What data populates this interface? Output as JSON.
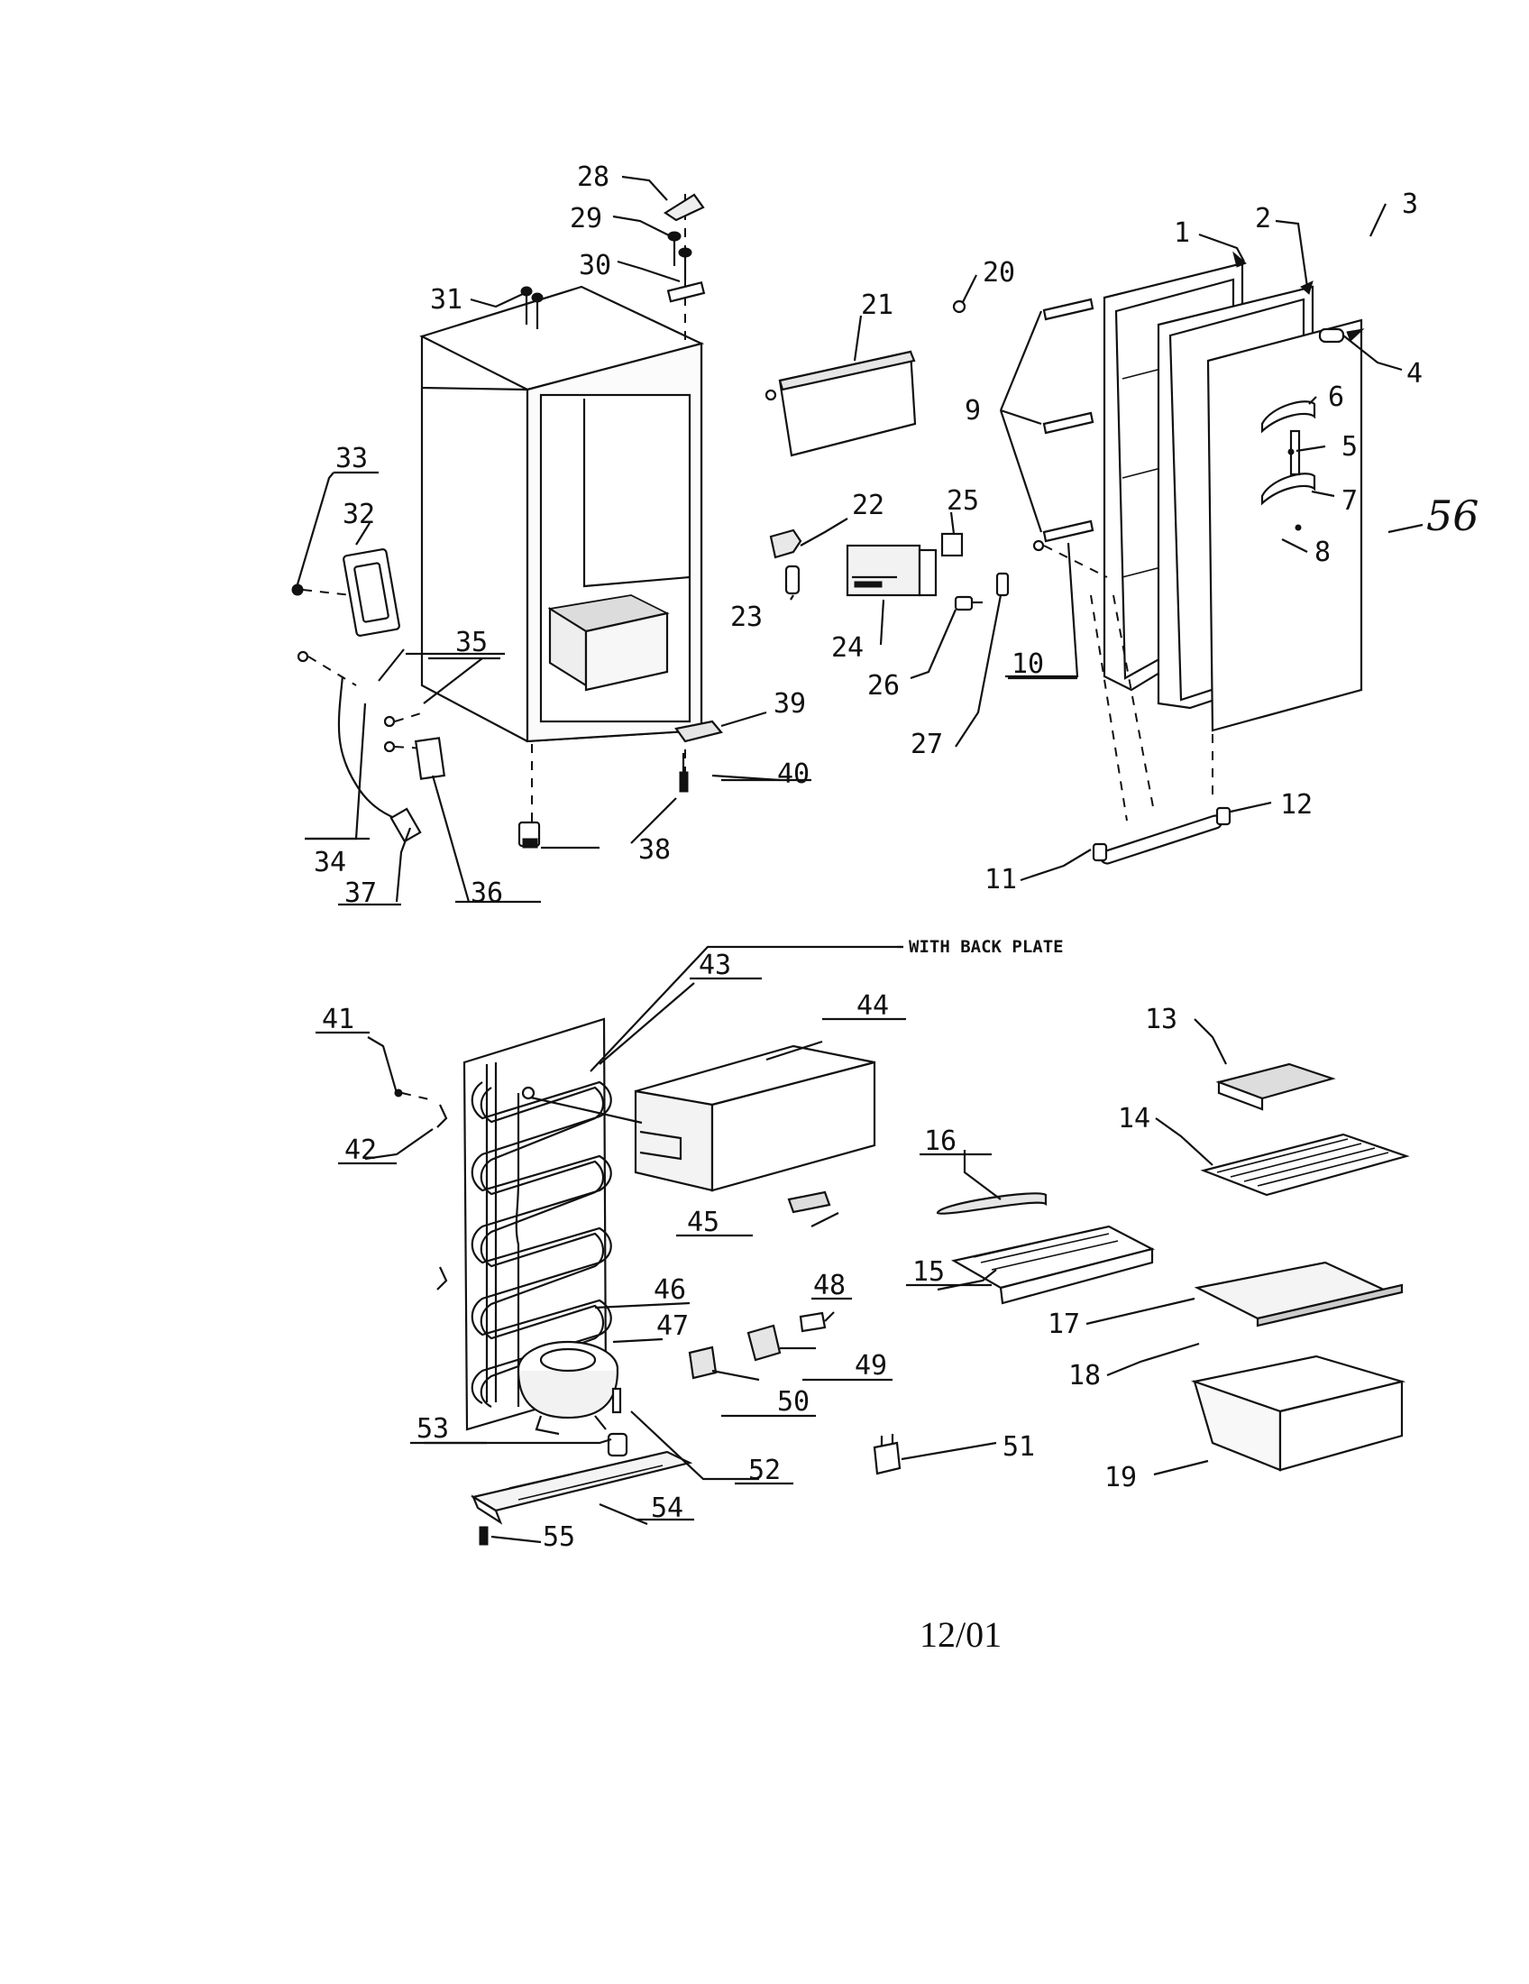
{
  "labels": [
    "1",
    "2",
    "3",
    "4",
    "5",
    "6",
    "7",
    "8",
    "9",
    "10",
    "11",
    "12",
    "13",
    "14",
    "15",
    "16",
    "17",
    "18",
    "19",
    "20",
    "21",
    "22",
    "23",
    "24",
    "25",
    "26",
    "27",
    "28",
    "29",
    "30",
    "31",
    "32",
    "33",
    "34",
    "35",
    "36",
    "37",
    "38",
    "39",
    "40",
    "41",
    "42",
    "43",
    "44",
    "45",
    "46",
    "47",
    "48",
    "49",
    "50",
    "51",
    "52",
    "53",
    "54",
    "55"
  ],
  "notes": {
    "back_plate": "WITH BACK PLATE",
    "handwritten": "56"
  },
  "footer": {
    "date": "12/01"
  }
}
